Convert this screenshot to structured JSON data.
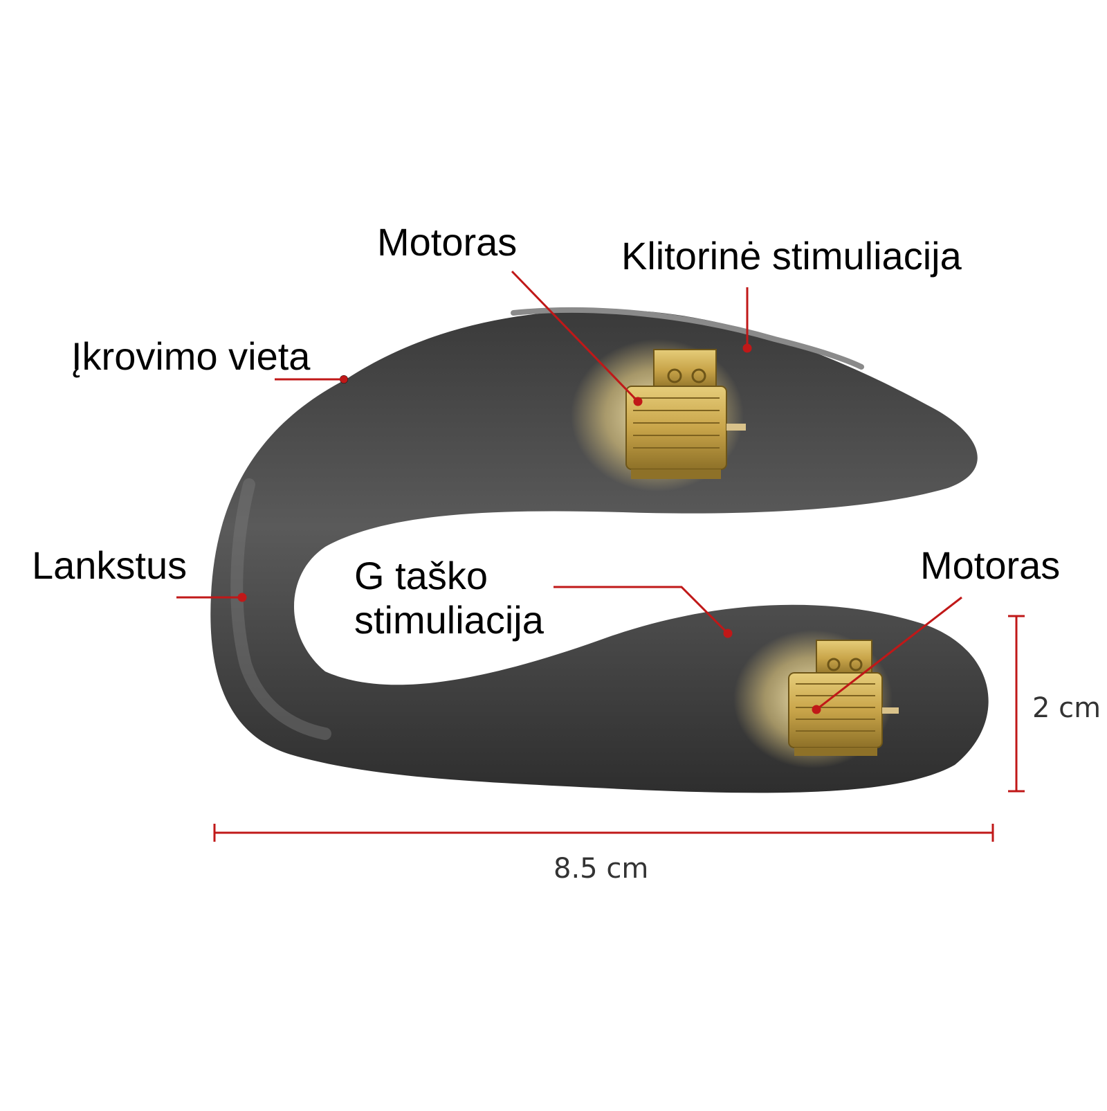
{
  "labels": {
    "motor_top": "Motoras",
    "clitoral": "Klitorinė stimuliacija",
    "charging": "Įkrovimo vieta",
    "flexible": "Lankstus",
    "gspot_line1": "G taško",
    "gspot_line2": "stimuliacija",
    "motor_bottom": "Motoras"
  },
  "dimensions": {
    "width": "8.5 cm",
    "height": "2 cm"
  },
  "colors": {
    "leader_lines": "#c01818",
    "device_body": "#4a4a4a",
    "motor_gold": "#c9a54a"
  }
}
